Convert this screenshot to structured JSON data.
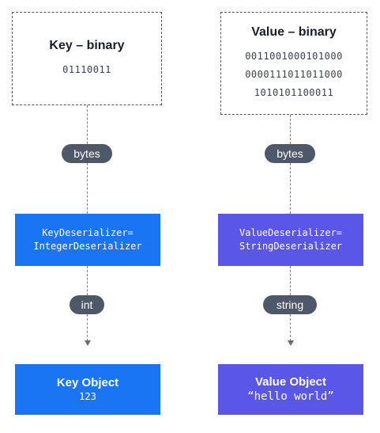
{
  "colors": {
    "key_blue": "#1a75f5",
    "value_purple": "#5a57e8",
    "pill_gray": "#4e5868",
    "dashed_line": "#7d7d7d"
  },
  "key": {
    "binary_title": "Key – binary",
    "binary_lines": [
      "01110011"
    ],
    "pill_top": "bytes",
    "deserializer_lines": [
      "KeyDeserializer=",
      "IntegerDeserializer"
    ],
    "pill_bottom": "int",
    "object_title": "Key Object",
    "object_value": "123"
  },
  "value": {
    "binary_title": "Value – binary",
    "binary_lines": [
      "0011001000101000",
      "0000111011011000",
      "1010101100011"
    ],
    "pill_top": "bytes",
    "deserializer_lines": [
      "ValueDeserializer=",
      "StringDeserializer"
    ],
    "pill_bottom": "string",
    "object_title": "Value Object",
    "object_value": "“hello world”"
  }
}
